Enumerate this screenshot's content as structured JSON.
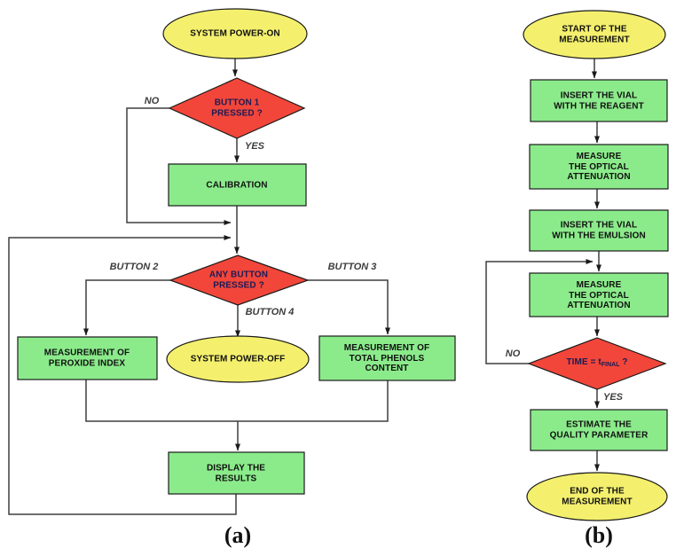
{
  "diagram": {
    "colors": {
      "terminator_fill": "#f4f06e",
      "process_fill": "#8beb8b",
      "decision_fill": "#f2463a",
      "line": "#3f3f3f"
    },
    "panel_a": {
      "caption": "(a)",
      "nodes": {
        "power_on": "SYSTEM POWER-ON",
        "button1": "BUTTON 1\nPRESSED ?",
        "calibration": "CALIBRATION",
        "any_button": "ANY BUTTON\nPRESSED ?",
        "peroxide": "MEASUREMENT OF\nPEROXIDE INDEX",
        "power_off": "SYSTEM POWER-OFF",
        "phenols": "MEASUREMENT OF\nTOTAL PHENOLS\nCONTENT",
        "display": "DISPLAY THE\nRESULTS"
      },
      "edge_labels": {
        "no": "NO",
        "yes": "YES",
        "button2": "BUTTON 2",
        "button3": "BUTTON 3",
        "button4": "BUTTON 4"
      }
    },
    "panel_b": {
      "caption": "(b)",
      "nodes": {
        "start": "START OF THE\nMEASUREMENT",
        "insert_reagent": "INSERT THE VIAL\nWITH THE REAGENT",
        "measure_optical_1": "MEASURE\nTHE OPTICAL\nATTENUATION",
        "insert_emulsion": "INSERT THE VIAL\nWITH THE EMULSION",
        "measure_optical_2": "MEASURE\nTHE OPTICAL\nATTENUATION",
        "time_check": {
          "pre": "TIME = t",
          "sub": "FINAL",
          "post": " ?"
        },
        "estimate": "ESTIMATE THE\nQUALITY PARAMETER",
        "end": "END OF THE\nMEASUREMENT"
      },
      "edge_labels": {
        "no": "NO",
        "yes": "YES"
      }
    }
  }
}
